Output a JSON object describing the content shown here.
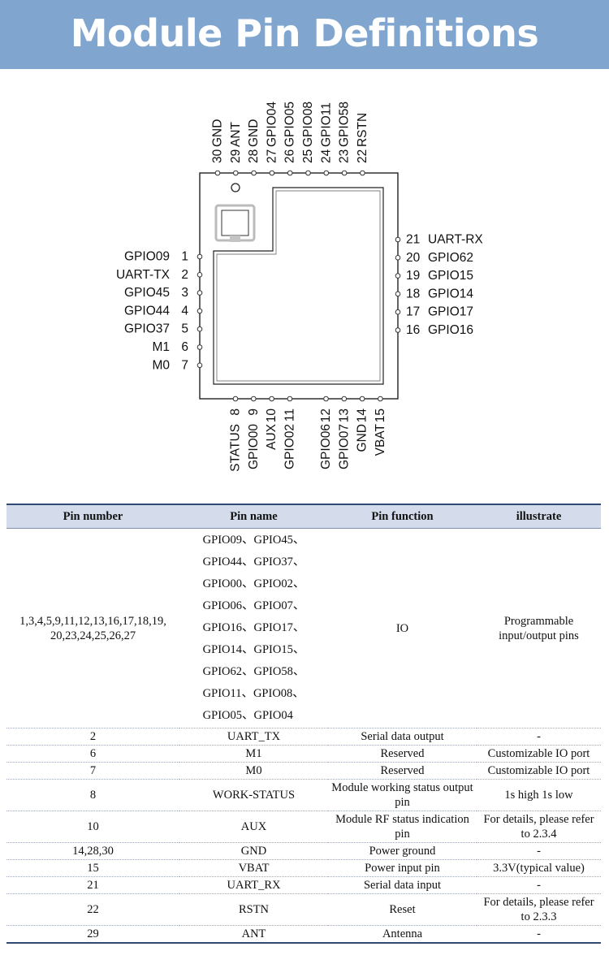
{
  "page": {
    "title": "Module Pin Definitions"
  },
  "module": {
    "top_pins": [
      {
        "num": "30",
        "name": "GND"
      },
      {
        "num": "29",
        "name": "ANT"
      },
      {
        "num": "28",
        "name": "GND"
      },
      {
        "num": "27",
        "name": "GPIO04"
      },
      {
        "num": "26",
        "name": "GPIO05"
      },
      {
        "num": "25",
        "name": "GPIO08"
      },
      {
        "num": "24",
        "name": "GPIO11"
      },
      {
        "num": "23",
        "name": "GPIO58"
      },
      {
        "num": "22",
        "name": "RSTN"
      }
    ],
    "left_pins": [
      {
        "num": "1",
        "name": "GPIO09"
      },
      {
        "num": "2",
        "name": "UART-TX"
      },
      {
        "num": "3",
        "name": "GPIO45"
      },
      {
        "num": "4",
        "name": "GPIO44"
      },
      {
        "num": "5",
        "name": "GPIO37"
      },
      {
        "num": "6",
        "name": "M1"
      },
      {
        "num": "7",
        "name": "M0"
      }
    ],
    "right_pins": [
      {
        "num": "21",
        "name": "UART-RX"
      },
      {
        "num": "20",
        "name": "GPIO62"
      },
      {
        "num": "19",
        "name": "GPIO15"
      },
      {
        "num": "18",
        "name": "GPIO14"
      },
      {
        "num": "17",
        "name": "GPIO17"
      },
      {
        "num": "16",
        "name": "GPIO16"
      }
    ],
    "bottom_pins": [
      {
        "num": "8",
        "name": "STATUS"
      },
      {
        "num": "9",
        "name": "GPIO00"
      },
      {
        "num": "10",
        "name": "AUX"
      },
      {
        "num": "11",
        "name": "GPIO02"
      },
      {
        "num": "12",
        "name": "GPIO06"
      },
      {
        "num": "13",
        "name": "GPIO07"
      },
      {
        "num": "14",
        "name": "GND"
      },
      {
        "num": "15",
        "name": "VBAT"
      }
    ]
  },
  "table": {
    "headers": [
      "Pin number",
      "Pin name",
      "Pin function",
      "illustrate"
    ],
    "io_row": {
      "pin_numbers": "1,3,4,5,9,11,12,13,16,17,18,19, 20,23,24,25,26,27",
      "pin_names": [
        "GPIO09、GPIO45、",
        "GPIO44、GPIO37、",
        "GPIO00、GPIO02、",
        "GPIO06、GPIO07、",
        "GPIO16、GPIO17、",
        "GPIO14、GPIO15、",
        "GPIO62、GPIO58、",
        "GPIO11、GPIO08、",
        "GPIO05、GPIO04"
      ],
      "function": "IO",
      "illustrate": "Programmable input/output pins"
    },
    "rows": [
      {
        "number": "2",
        "name": "UART_TX",
        "function": "Serial data output",
        "illustrate": "-"
      },
      {
        "number": "6",
        "name": "M1",
        "function": "Reserved",
        "illustrate": "Customizable IO port"
      },
      {
        "number": "7",
        "name": "M0",
        "function": "Reserved",
        "illustrate": "Customizable IO port"
      },
      {
        "number": "8",
        "name": "WORK-STATUS",
        "function": "Module working status output pin",
        "illustrate": "1s high 1s low"
      },
      {
        "number": "10",
        "name": "AUX",
        "function": "Module RF status indication pin",
        "illustrate": "For details, please refer to 2.3.4"
      },
      {
        "number": "14,28,30",
        "name": "GND",
        "function": "Power ground",
        "illustrate": "-"
      },
      {
        "number": "15",
        "name": "VBAT",
        "function": "Power input pin",
        "illustrate": "3.3V(typical value)"
      },
      {
        "number": "21",
        "name": "UART_RX",
        "function": "Serial data input",
        "illustrate": "-"
      },
      {
        "number": "22",
        "name": "RSTN",
        "function": "Reset",
        "illustrate": "For details, please refer to 2.3.3"
      },
      {
        "number": "29",
        "name": "ANT",
        "function": "Antenna",
        "illustrate": "-"
      }
    ]
  }
}
